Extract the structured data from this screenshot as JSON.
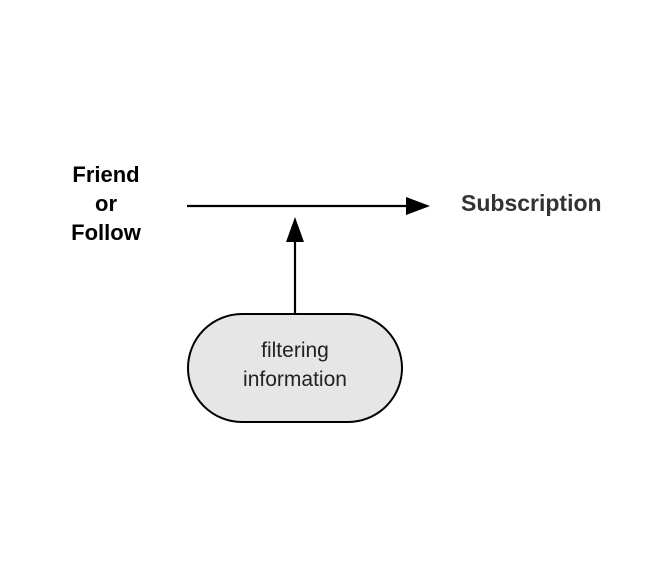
{
  "diagram": {
    "source": {
      "lines": [
        "Friend",
        "or",
        "Follow"
      ]
    },
    "target": {
      "label": "Subscription"
    },
    "filter_node": {
      "lines": [
        "filtering",
        "information"
      ],
      "fill": "#e6e6e6",
      "stroke": "#000000"
    },
    "edges": [
      {
        "from": "source",
        "to": "target",
        "style": "solid-arrow"
      },
      {
        "from": "filter_node",
        "to": "main-edge",
        "style": "solid-arrow"
      }
    ],
    "colors": {
      "arrow": "#000000",
      "target_text": "#333333"
    }
  }
}
